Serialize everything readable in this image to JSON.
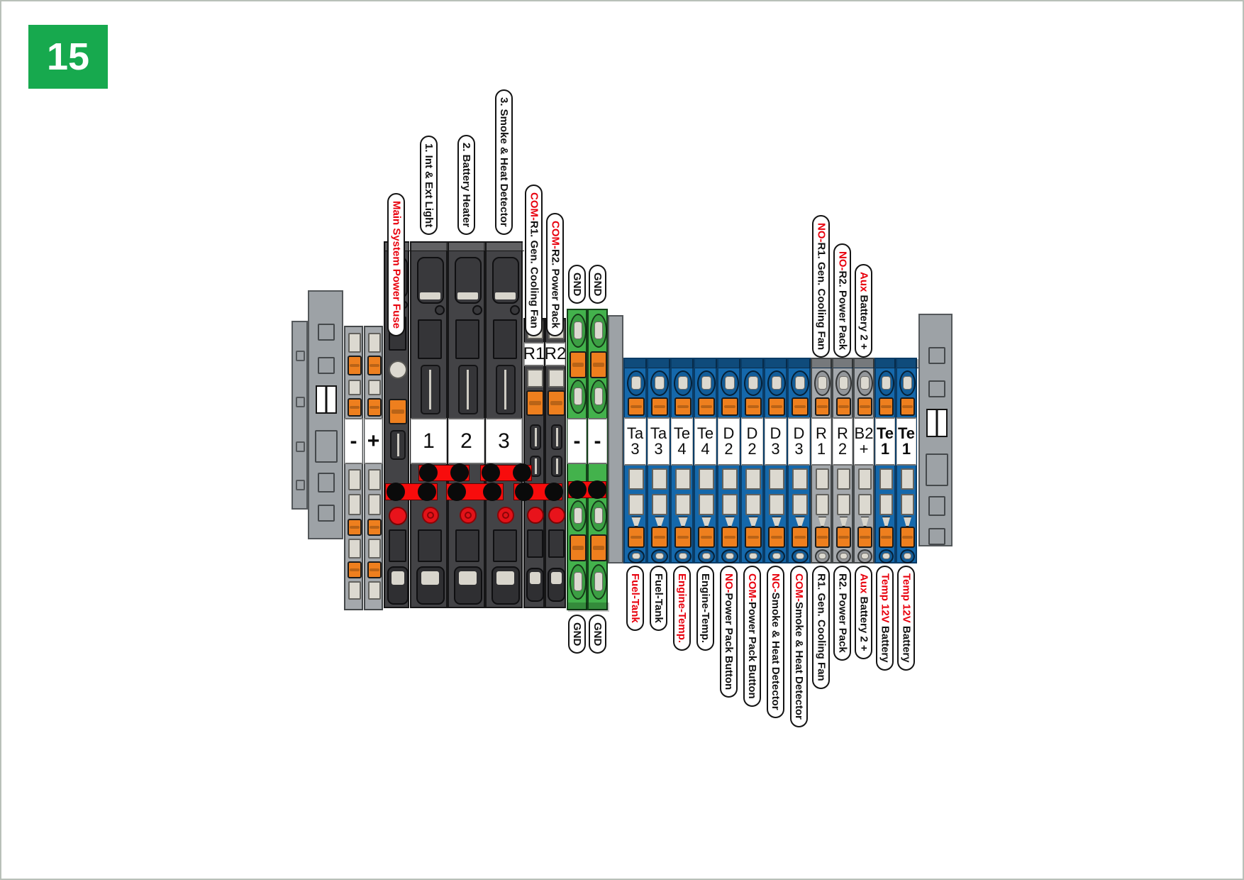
{
  "figure": {
    "number": "15"
  },
  "colors": {
    "badge_green": "#17a94e",
    "label_red": "#e8000d",
    "terminal_blue": "#1568ab",
    "terminal_green": "#43b24c",
    "terminal_dark": "#434346",
    "terminal_gray": "#a4a8ac",
    "clamp_orange": "#ee7f1e",
    "jumper_red": "#f80c0c"
  },
  "columns": [
    {
      "id": "end-left-outer",
      "type": "end2"
    },
    {
      "id": "end-left",
      "type": "end"
    },
    {
      "id": "power-minus",
      "type": "grayL",
      "band": [
        "-"
      ]
    },
    {
      "id": "power-plus",
      "type": "grayL",
      "band": [
        "+"
      ]
    },
    {
      "id": "main-fuse",
      "type": "fusemain",
      "top_label": [
        {
          "text": "Main System Power Fuse",
          "color": "red"
        }
      ]
    },
    {
      "id": "fuse-1",
      "type": "fuse",
      "band": [
        "1"
      ],
      "top_label": [
        {
          "text": "1. Int & Ext Light",
          "color": "black"
        }
      ]
    },
    {
      "id": "fuse-2",
      "type": "fuse",
      "band": [
        "2"
      ],
      "top_label": [
        {
          "text": "2. Battery Heater",
          "color": "black"
        }
      ]
    },
    {
      "id": "fuse-3",
      "type": "fuse",
      "band": [
        "3"
      ],
      "top_label": [
        {
          "text": "3. Smoke & Heat Detector",
          "color": "black"
        }
      ]
    },
    {
      "id": "relay-r1",
      "type": "relay",
      "band": [
        "R1"
      ],
      "top_label": [
        {
          "text": "COM-",
          "color": "red"
        },
        {
          "text": "R1. Gen. Cooling Fan",
          "color": "black"
        }
      ]
    },
    {
      "id": "relay-r2",
      "type": "relay",
      "band": [
        "R2"
      ],
      "top_label": [
        {
          "text": "COM-",
          "color": "red"
        },
        {
          "text": "R2. Power Pack",
          "color": "black"
        }
      ]
    },
    {
      "id": "gnd-1",
      "type": "green",
      "band": [
        "-"
      ],
      "top_label": [
        {
          "text": "GND",
          "color": "black"
        }
      ],
      "bottom_label": [
        {
          "text": "GND",
          "color": "black"
        }
      ]
    },
    {
      "id": "gnd-2",
      "type": "green",
      "band": [
        "-"
      ],
      "top_label": [
        {
          "text": "GND",
          "color": "black"
        }
      ],
      "bottom_label": [
        {
          "text": "GND",
          "color": "black"
        }
      ]
    },
    {
      "id": "spacer",
      "type": "spacer"
    },
    {
      "id": "ta3-a",
      "type": "blue",
      "band": [
        "Ta",
        "3"
      ],
      "bottom_label": [
        {
          "text": "Fuel-Tank",
          "color": "red"
        }
      ]
    },
    {
      "id": "ta3-b",
      "type": "blue",
      "band": [
        "Ta",
        "3"
      ],
      "bottom_label": [
        {
          "text": "Fuel-Tank",
          "color": "black"
        }
      ]
    },
    {
      "id": "te4-a",
      "type": "blue",
      "band": [
        "Te",
        "4"
      ],
      "bottom_label": [
        {
          "text": "Engine-Temp.",
          "color": "red"
        }
      ]
    },
    {
      "id": "te4-b",
      "type": "blue",
      "band": [
        "Te",
        "4"
      ],
      "bottom_label": [
        {
          "text": "Engine-Temp.",
          "color": "black"
        }
      ]
    },
    {
      "id": "d2-a",
      "type": "blue",
      "band": [
        "D",
        "2"
      ],
      "bottom_label": [
        {
          "text": "NO-",
          "color": "red"
        },
        {
          "text": "Power Pack Button",
          "color": "black"
        }
      ]
    },
    {
      "id": "d2-b",
      "type": "blue",
      "band": [
        "D",
        "2"
      ],
      "bottom_label": [
        {
          "text": "COM-",
          "color": "red"
        },
        {
          "text": "Power Pack Button",
          "color": "black"
        }
      ]
    },
    {
      "id": "d3-a",
      "type": "blue",
      "band": [
        "D",
        "3"
      ],
      "bottom_label": [
        {
          "text": "NC-",
          "color": "red"
        },
        {
          "text": "Smoke & Heat Detector",
          "color": "black"
        }
      ]
    },
    {
      "id": "d3-b",
      "type": "blue",
      "band": [
        "D",
        "3"
      ],
      "bottom_label": [
        {
          "text": "COM-",
          "color": "red"
        },
        {
          "text": "Smoke & Heat Detector",
          "color": "black"
        }
      ]
    },
    {
      "id": "out-r1",
      "type": "grayR",
      "band": [
        "R",
        "1"
      ],
      "top_label": [
        {
          "text": "NO-",
          "color": "red"
        },
        {
          "text": "R1. Gen. Cooling Fan",
          "color": "black"
        }
      ],
      "bottom_label": [
        {
          "text": "R1. Gen. Cooling Fan",
          "color": "black"
        }
      ]
    },
    {
      "id": "out-r2",
      "type": "grayR",
      "band": [
        "R",
        "2"
      ],
      "top_label": [
        {
          "text": "NO-",
          "color": "red"
        },
        {
          "text": "R2. Power Pack",
          "color": "black"
        }
      ],
      "bottom_label": [
        {
          "text": "R2. Power Pack",
          "color": "black"
        }
      ]
    },
    {
      "id": "out-b2",
      "type": "grayR",
      "band": [
        "B2",
        "+"
      ],
      "top_label": [
        {
          "text": "Aux ",
          "color": "red"
        },
        {
          "text": "Battery 2 +",
          "color": "black"
        }
      ],
      "bottom_label": [
        {
          "text": "Aux ",
          "color": "red"
        },
        {
          "text": "Battery 2 +",
          "color": "black"
        }
      ]
    },
    {
      "id": "te1-a",
      "type": "blueT",
      "band": [
        "Te",
        "1"
      ],
      "bottom_label": [
        {
          "text": "Temp 12V ",
          "color": "red"
        },
        {
          "text": "Battery",
          "color": "black"
        }
      ]
    },
    {
      "id": "te1-b",
      "type": "blueT",
      "band": [
        "Te",
        "1"
      ],
      "bottom_label": [
        {
          "text": "Temp 12V ",
          "color": "red"
        },
        {
          "text": "Battery",
          "color": "black"
        }
      ]
    },
    {
      "id": "end-right",
      "type": "end"
    }
  ]
}
